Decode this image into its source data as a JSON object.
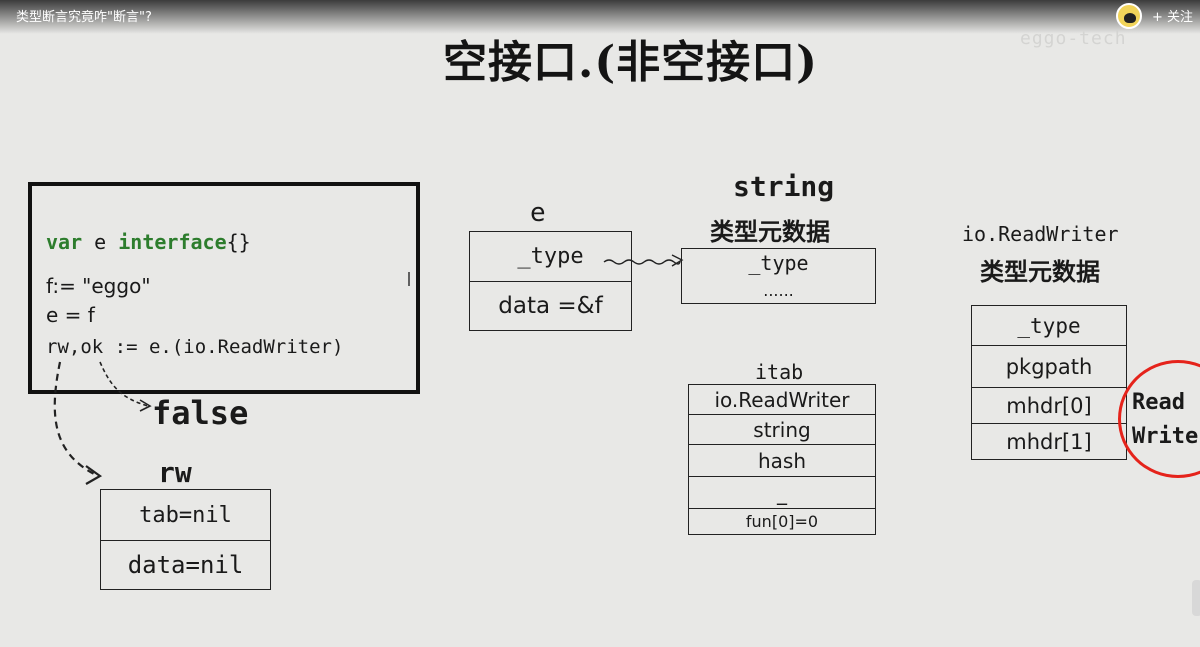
{
  "header": {
    "video_title": "类型断言究竟咋\"断言\"?",
    "follow_label": "+ 关注",
    "watermark": "eggo-tech"
  },
  "slide": {
    "title": "空接口.(非空接口)",
    "code": {
      "line1_kw1": "var",
      "line1_mid": " e ",
      "line1_kw2": "interface",
      "line1_end": "{}",
      "line2": "f:= \"eggo\"",
      "line3": "e = f",
      "line4": "rw,ok := e.(io.ReadWriter)"
    },
    "false_label": "false",
    "rw_label": "rw",
    "rw_fields": [
      "tab=nil",
      "data=nil"
    ],
    "e_label": "e",
    "e_fields": [
      "_type",
      "data =&f"
    ],
    "string_label": "string",
    "string_meta_label": "类型元数据",
    "string_fields": [
      "_type",
      "......"
    ],
    "itab_label": "itab",
    "itab_fields": [
      "io.ReadWriter",
      "string",
      "hash",
      "_",
      "fun[0]=0"
    ],
    "iorw_label": "io.ReadWriter",
    "iorw_meta_label": "类型元数据",
    "iorw_fields": [
      "_type",
      "pkgpath",
      "mhdr[0]",
      "mhdr[1]"
    ],
    "method_read": "Read",
    "method_write": "Write"
  },
  "colors": {
    "keyword": "#2d7d2d",
    "highlight_circle": "#e5231b"
  }
}
